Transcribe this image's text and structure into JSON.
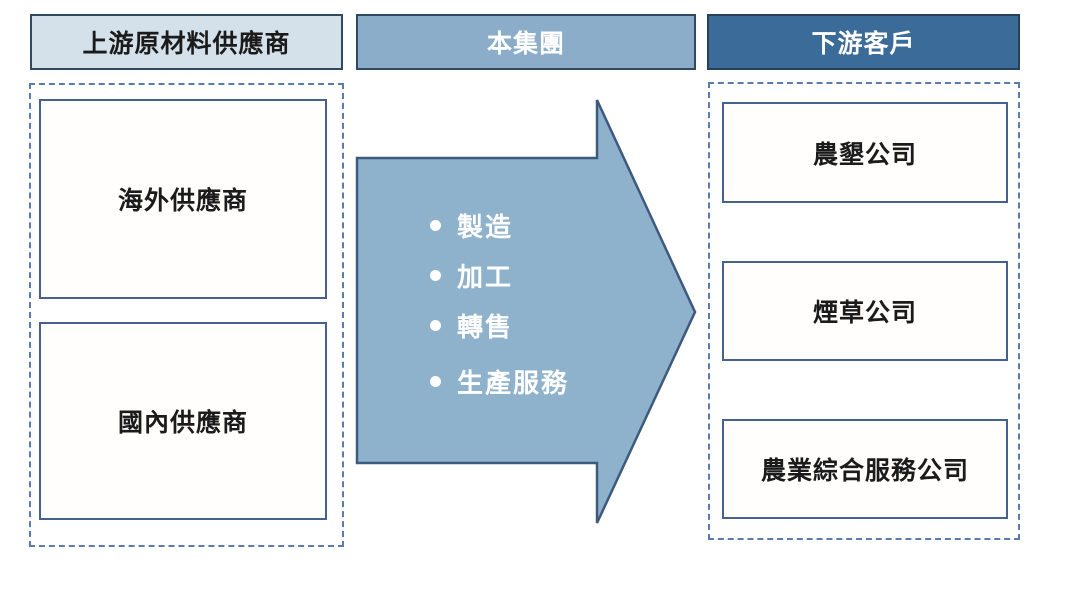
{
  "diagram": {
    "title": "supply-chain-flow",
    "columns": {
      "upstream": {
        "header": "上游原材料供應商",
        "items": [
          "海外供應商",
          "國內供應商"
        ]
      },
      "group": {
        "header": "本集團",
        "bullets": [
          "製造",
          "加工",
          "轉售",
          "生產服務"
        ]
      },
      "downstream": {
        "header": "下游客戶",
        "items": [
          "農墾公司",
          "煙草公司",
          "農業綜合服務公司"
        ]
      }
    },
    "colors": {
      "upstream_header_bg": "#d5e1ea",
      "group_header_bg": "#8badc9",
      "downstream_header_bg": "#3a6b99",
      "header_border": "#2e4a63",
      "arrow_fill": "#8fb2cc",
      "arrow_border": "#3d5a7d",
      "dashed_border": "#5a7bb0",
      "node_border": "#44618f",
      "node_bg": "#fffefd"
    }
  }
}
